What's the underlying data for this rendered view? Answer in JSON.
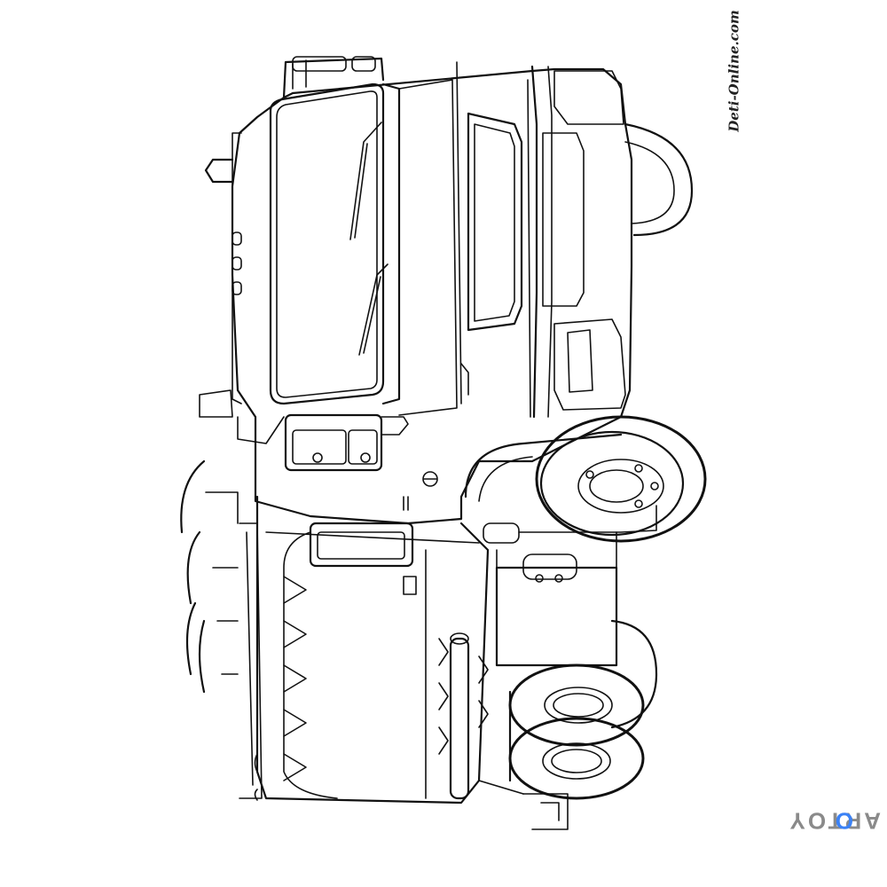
{
  "watermark": {
    "site": "Deti-Online.com",
    "brand": "ARTOY",
    "brand_last": "O"
  },
  "colors": {
    "line": "#111111",
    "brand_grey": "#8a8a8a",
    "brand_blue": "#3b82f6"
  }
}
